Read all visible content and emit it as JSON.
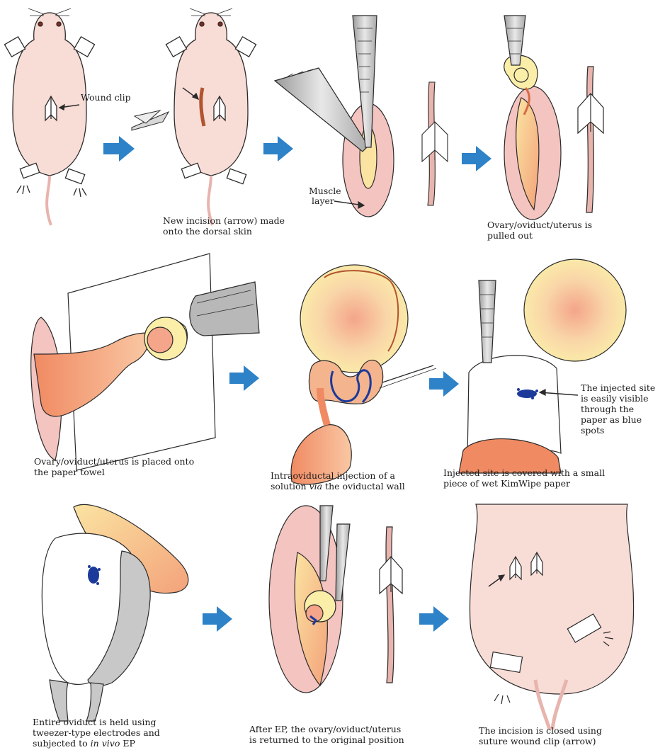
{
  "labels": {
    "wound_clip": "Wound clip",
    "muscle_layer_1": "Muscle",
    "muscle_layer_2": "layer",
    "injected_site": [
      "The injected site",
      "is easily visible",
      "through the",
      "paper as blue",
      "spots"
    ]
  },
  "captions": {
    "p2": [
      "New incision (arrow) made",
      "onto the dorsal skin"
    ],
    "p4": [
      "Ovary/oviduct/uterus is",
      "pulled out"
    ],
    "p5": [
      "Ovary/oviduct/uterus is placed onto",
      "the paper towel"
    ],
    "p6": [
      "Intraoviductal injection of a",
      "solution ",
      "via",
      " the oviductal wall"
    ],
    "p7": [
      "Injected site is covered with a small",
      "piece of wet KimWipe paper"
    ],
    "p8": [
      "Entire oviduct is held using",
      "tweezer-type electrodes and",
      "subjected to ",
      "in vivo",
      " EP"
    ],
    "p9": [
      "After EP, the ovary/oviduct/uterus",
      "is returned to the original position"
    ],
    "p10": [
      "The incision is closed using",
      "suture wound clip (arrow)"
    ]
  },
  "colors": {
    "arrow": "#2d82c8",
    "skin": "#f8dcd6",
    "muscle": "#f3c4c0",
    "ovary": "#fbeea8",
    "uterus": "#f3a27a",
    "dye": "#1b3a9a",
    "tool": "#c8c8c8"
  }
}
